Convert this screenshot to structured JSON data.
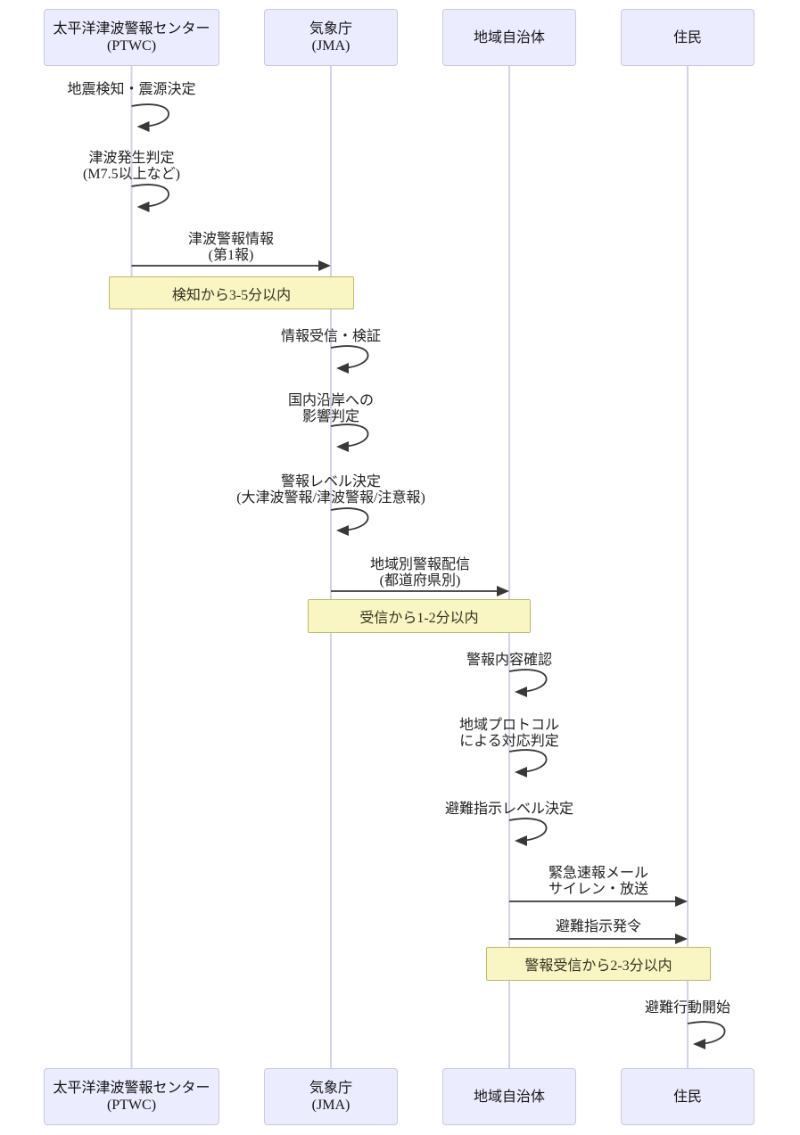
{
  "diagram": {
    "type": "sequence-diagram",
    "participants": [
      {
        "id": "ptwc",
        "lines": [
          "太平洋津波警報センター",
          "(PTWC)"
        ]
      },
      {
        "id": "jma",
        "lines": [
          "気象庁",
          "(JMA)"
        ]
      },
      {
        "id": "municipality",
        "lines": [
          "地域自治体"
        ]
      },
      {
        "id": "residents",
        "lines": [
          "住民"
        ]
      }
    ],
    "self_messages": [
      {
        "actor": "ptwc",
        "lines": [
          "地震検知・震源決定"
        ]
      },
      {
        "actor": "ptwc",
        "lines": [
          "津波発生判定",
          "(M7.5以上など)"
        ]
      },
      {
        "actor": "jma",
        "lines": [
          "情報受信・検証"
        ]
      },
      {
        "actor": "jma",
        "lines": [
          "国内沿岸への",
          "影響判定"
        ]
      },
      {
        "actor": "jma",
        "lines": [
          "警報レベル決定",
          "(大津波警報/津波警報/注意報)"
        ]
      },
      {
        "actor": "municipality",
        "lines": [
          "警報内容確認"
        ]
      },
      {
        "actor": "municipality",
        "lines": [
          "地域プロトコル",
          "による対応判定"
        ]
      },
      {
        "actor": "municipality",
        "lines": [
          "避難指示レベル決定"
        ]
      },
      {
        "actor": "residents",
        "lines": [
          "避難行動開始"
        ]
      }
    ],
    "messages": [
      {
        "from": "ptwc",
        "to": "jma",
        "lines": [
          "津波警報情報",
          "(第1報)"
        ]
      },
      {
        "from": "jma",
        "to": "municipality",
        "lines": [
          "地域別警報配信",
          "(都道府県別)"
        ]
      },
      {
        "from": "municipality",
        "to": "residents",
        "lines": [
          "緊急速報メール",
          "サイレン・放送"
        ]
      },
      {
        "from": "municipality",
        "to": "residents",
        "lines": [
          "避難指示発令"
        ]
      }
    ],
    "notes": [
      {
        "text": "検知から3-5分以内",
        "over": [
          "ptwc",
          "jma"
        ]
      },
      {
        "text": "受信から1-2分以内",
        "over": [
          "jma",
          "municipality"
        ]
      },
      {
        "text": "警報受信から2-3分以内",
        "over": [
          "municipality",
          "residents"
        ]
      }
    ]
  },
  "colors": {
    "background": "#FFFFFF",
    "actor_fill": "#ECECFF",
    "actor_border": "#C8C8E0",
    "lifeline": "#D2D2E8",
    "arrow": "#383838",
    "note_fill": "#FAF6C3",
    "note_border": "#BCB868"
  }
}
